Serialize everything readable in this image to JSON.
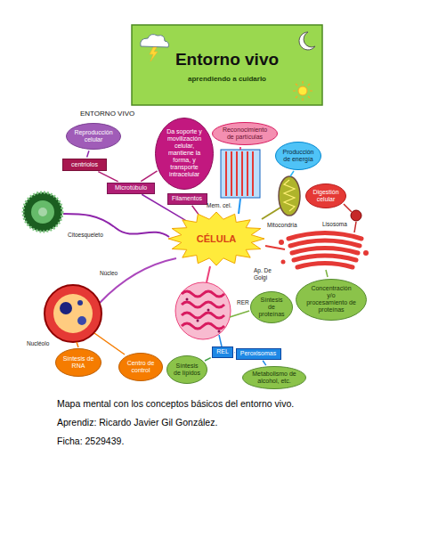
{
  "diagram": {
    "title": "Entorno vivo",
    "caption": "Mapa mental con los conceptos básicos del entorno vivo.",
    "nodes": [
      {
        "text": [
          "Reproducción celular"
        ]
      },
      {
        "text": [
          "Da soporte y movilización celular, mantiene la forma, y transporte intracelular"
        ]
      },
      {
        "text": [
          "Reconocimiento de partículas"
        ]
      },
      {
        "text": [
          "centriolos"
        ]
      },
      {
        "text": [
          "Producción de energía"
        ]
      },
      {
        "text": [
          "Microtúbulo"
        ]
      },
      {
        "text": [
          "Filamentos"
        ]
      },
      {
        "text": [
          "Digestión celular"
        ]
      },
      {
        "text": [
          "CÉLULA"
        ]
      },
      {
        "text": [
          "Concentración y/o procesamiento de proteínas"
        ]
      },
      {
        "text": [
          "Síntesis de proteínas"
        ]
      },
      {
        "text": [
          "REL"
        ]
      },
      {
        "text": [
          "Peroxisomas"
        ]
      },
      {
        "text": [
          "Síntesis de RNA"
        ]
      },
      {
        "text": [
          "Centro de control"
        ]
      },
      {
        "text": [
          "Síntesis de lípidos"
        ]
      },
      {
        "text": [
          "Metabolismo de alcohol, etc."
        ]
      }
    ],
    "edges": [
      {
        "from": 3,
        "to": 0,
        "arrow": "none"
      },
      {
        "from": 5,
        "to": 3,
        "arrow": "none"
      },
      {
        "from": 5,
        "to": 1,
        "arrow": "none"
      },
      {
        "from": 8,
        "to": 5,
        "arrow": "none"
      },
      {
        "from": 8,
        "to": 6,
        "arrow": "none"
      },
      {
        "from": 11,
        "to": 15,
        "arrow": "none"
      },
      {
        "from": 11,
        "to": 12,
        "arrow": "none"
      },
      {
        "from": 12,
        "to": 16,
        "arrow": "none"
      }
    ],
    "labels": [
      "aprendiendo a cuidarlo",
      "ENTORNO VIVO",
      "Citoesqueleto",
      "Mem. cel.",
      "Mitocondria",
      "Lisosoma",
      "Ap. De Golgi",
      "RER",
      "Núcleo",
      "Nucléolo",
      "Aprendiz: Ricardo Javier Gil González.",
      "Ficha: 2529439."
    ]
  }
}
